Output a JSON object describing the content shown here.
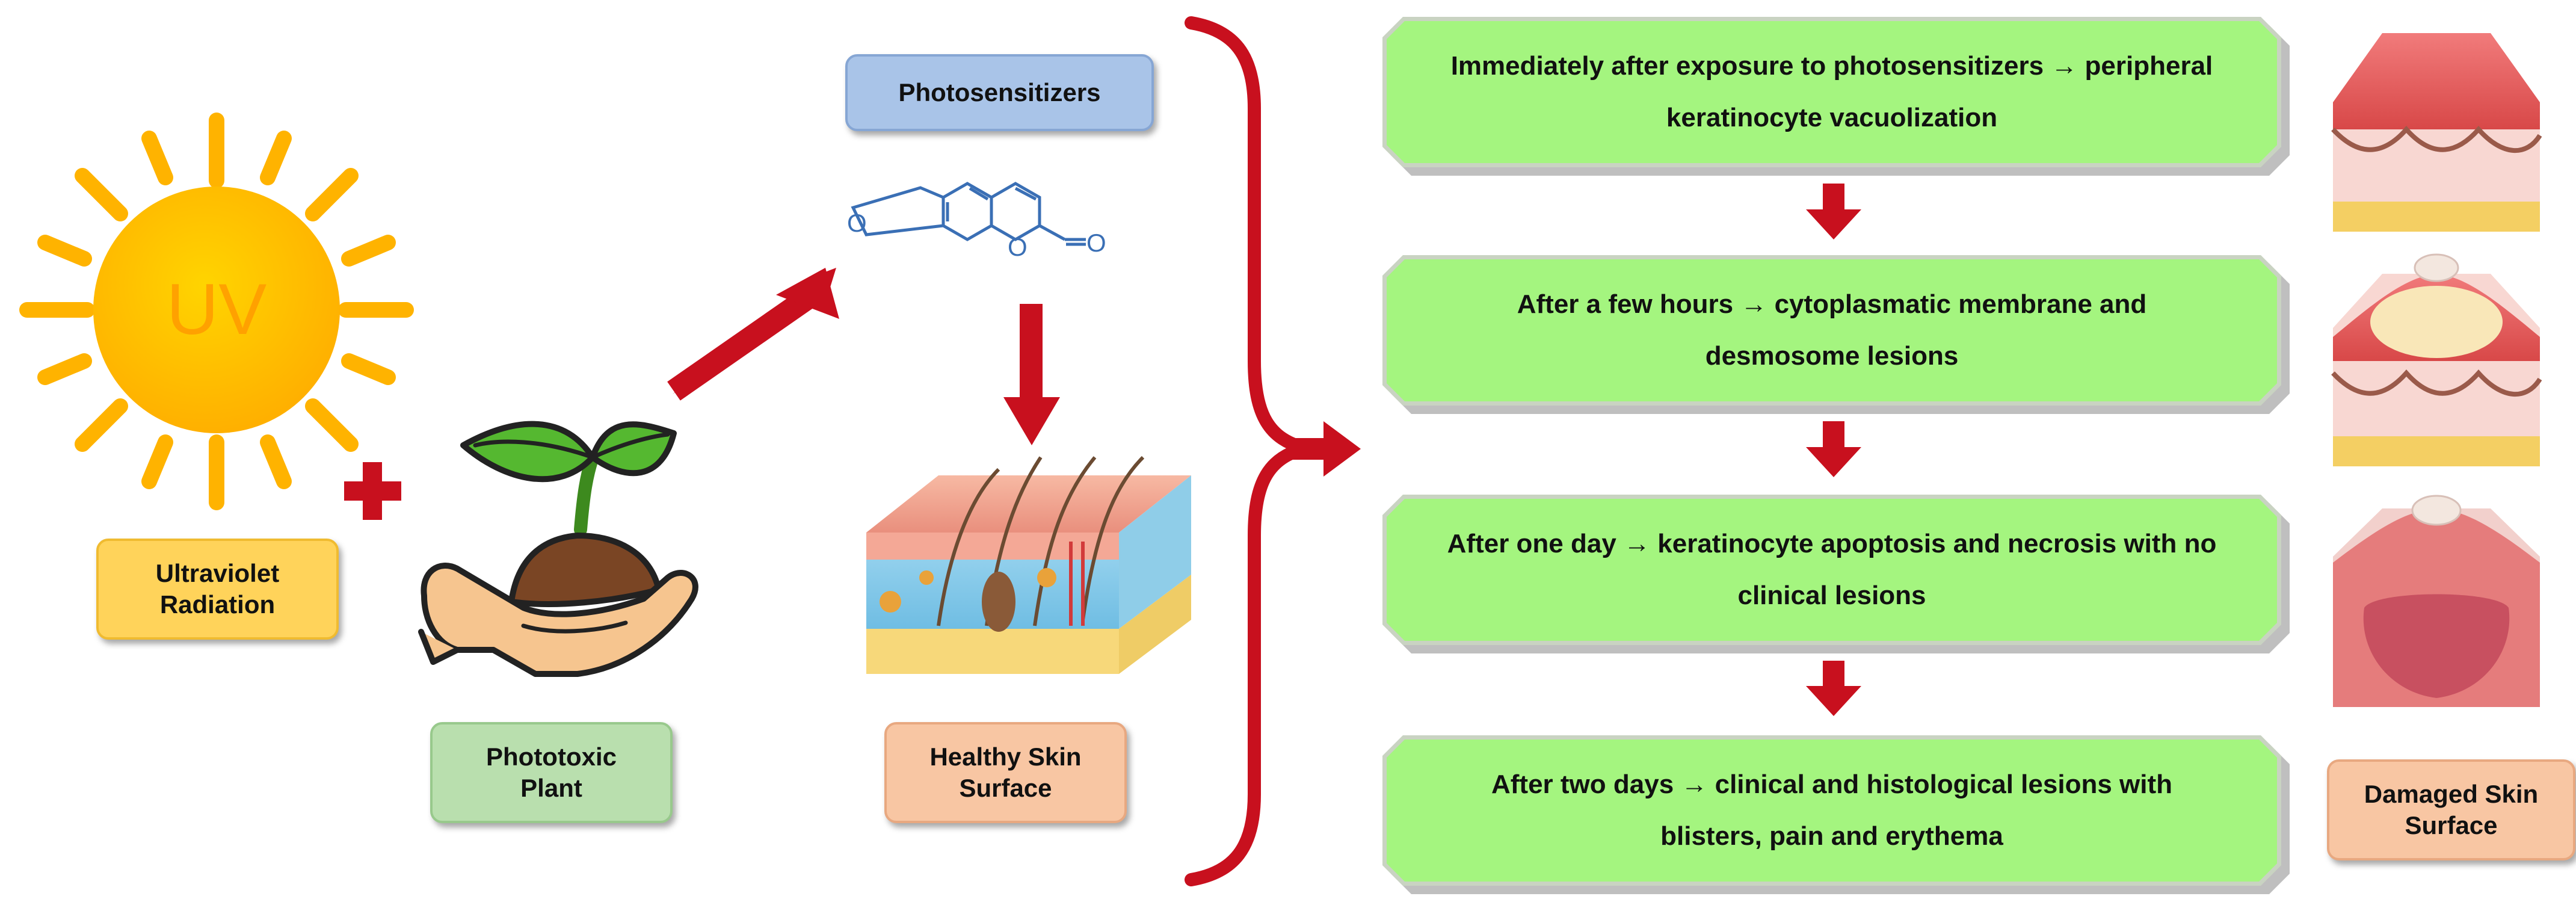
{
  "labels": {
    "uv_radiation": "Ultraviolet\nRadiation",
    "phototoxic_plant": "Phototoxic\nPlant",
    "photosensitizers": "Photosensitizers",
    "healthy_skin": "Healthy Skin\nSurface",
    "damaged_skin": "Damaged Skin\nSurface"
  },
  "sun": {
    "text": "UV"
  },
  "steps": [
    {
      "line1": "Immediately after exposure to photosensitizers → peripheral",
      "line2": "keratinocyte vacuolization"
    },
    {
      "line1": "After a few hours → cytoplasmatic membrane and",
      "line2": "desmosome lesions"
    },
    {
      "line1": "After one day → keratinocyte apoptosis and necrosis with no",
      "line2": "clinical lesions"
    },
    {
      "line1": "After two days → clinical and histological lesions with",
      "line2": "blisters, pain and erythema"
    }
  ],
  "colors": {
    "arrow_red": "#c8101e",
    "sun_yellow": "#ffb900",
    "sun_ray": "#ffb300",
    "step_green": "#a4f57f",
    "molecule_blue": "#3a6fb5",
    "leaf_green": "#55b830",
    "soil_brown": "#7a4524",
    "hand_skin": "#f6c58f"
  },
  "icons": [
    "sun-icon",
    "plus-icon",
    "plant-in-hand-icon",
    "furanocoumarin-molecule-icon",
    "skin-cross-section-icon",
    "brace-icon",
    "arrow-icon"
  ]
}
